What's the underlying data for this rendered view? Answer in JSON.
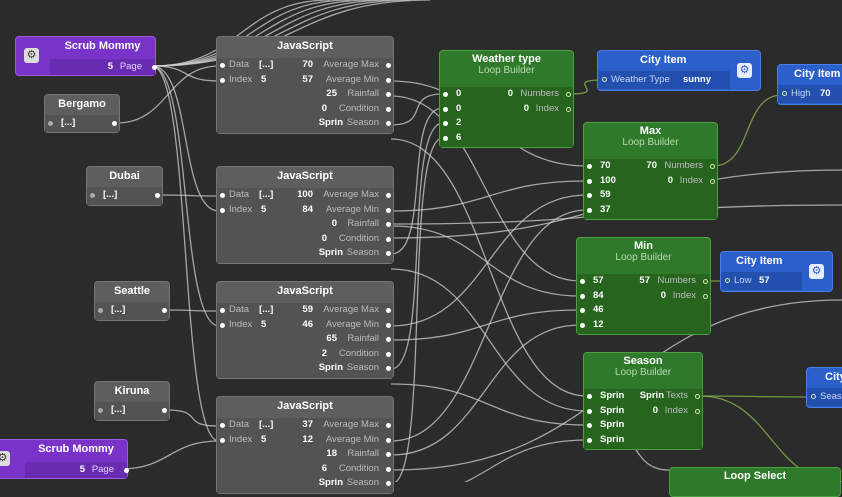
{
  "scrub_mommy": {
    "title": "Scrub Mommy",
    "page_value": "5",
    "page_label": "Page"
  },
  "bergamo": {
    "title": "Bergamo",
    "value": "[...]"
  },
  "dubai": {
    "title": "Dubai",
    "value": "[...]"
  },
  "seattle": {
    "title": "Seattle",
    "value": "[...]"
  },
  "kiruna": {
    "title": "Kiruna",
    "value": "[...]"
  },
  "js1": {
    "title": "JavaScript",
    "data_label": "Data",
    "data_value": "[...]",
    "index_label": "Index",
    "index_value": "5",
    "out": [
      {
        "v": "70",
        "l": "Average Max"
      },
      {
        "v": "57",
        "l": "Average Min"
      },
      {
        "v": "25",
        "l": "Rainfall"
      },
      {
        "v": "0",
        "l": "Condition"
      },
      {
        "v": "Sprin",
        "l": "Season"
      }
    ]
  },
  "js2": {
    "title": "JavaScript",
    "data_label": "Data",
    "data_value": "[...]",
    "index_label": "Index",
    "index_value": "5",
    "out": [
      {
        "v": "100",
        "l": "Average Max"
      },
      {
        "v": "84",
        "l": "Average Min"
      },
      {
        "v": "0",
        "l": "Rainfall"
      },
      {
        "v": "0",
        "l": "Condition"
      },
      {
        "v": "Sprin",
        "l": "Season"
      }
    ]
  },
  "js3": {
    "title": "JavaScript",
    "data_label": "Data",
    "data_value": "[...]",
    "index_label": "Index",
    "index_value": "5",
    "out": [
      {
        "v": "59",
        "l": "Average Max"
      },
      {
        "v": "46",
        "l": "Average Min"
      },
      {
        "v": "65",
        "l": "Rainfall"
      },
      {
        "v": "2",
        "l": "Condition"
      },
      {
        "v": "Sprin",
        "l": "Season"
      }
    ]
  },
  "js4": {
    "title": "JavaScript",
    "data_label": "Data",
    "data_value": "[...]",
    "index_label": "Index",
    "index_value": "5",
    "out": [
      {
        "v": "37",
        "l": "Average Max"
      },
      {
        "v": "12",
        "l": "Average Min"
      },
      {
        "v": "18",
        "l": "Rainfall"
      },
      {
        "v": "6",
        "l": "Condition"
      },
      {
        "v": "Sprin",
        "l": "Season"
      }
    ]
  },
  "weather_type": {
    "title": "Weather type",
    "subtitle": "Loop Builder",
    "inputs": [
      "0",
      "0",
      "2",
      "6"
    ],
    "numbers_value": "0",
    "numbers_label": "Numbers",
    "index_value": "0",
    "index_label": "Index"
  },
  "max": {
    "title": "Max",
    "subtitle": "Loop Builder",
    "inputs": [
      "70",
      "100",
      "59",
      "37"
    ],
    "numbers_value": "70",
    "numbers_label": "Numbers",
    "index_value": "0",
    "index_label": "Index"
  },
  "min": {
    "title": "Min",
    "subtitle": "Loop Builder",
    "inputs": [
      "57",
      "84",
      "46",
      "12"
    ],
    "numbers_value": "57",
    "numbers_label": "Numbers",
    "index_value": "0",
    "index_label": "Index"
  },
  "season": {
    "title": "Season",
    "subtitle": "Loop Builder",
    "inputs": [
      "Sprin",
      "Sprin",
      "Sprin",
      "Sprin"
    ],
    "texts_value": "Sprin",
    "texts_label": "Texts",
    "index_value": "0",
    "index_label": "Index"
  },
  "city_item_weather": {
    "title": "City Item",
    "field_label": "Weather Type",
    "field_value": "sunny"
  },
  "city_item_high": {
    "title": "City Item",
    "field_label": "High",
    "field_value": "70"
  },
  "city_item_low": {
    "title": "City Item",
    "field_label": "Low",
    "field_value": "57"
  },
  "city_item_season": {
    "title": "City",
    "field_label": "Seaso"
  },
  "loop_select": {
    "title": "Loop Select"
  },
  "colors": {
    "canvas": "#2b2b2b",
    "gray_node": "#5e5e5e",
    "purple_node": "#7a33c8",
    "green_node": "#2f7a2a",
    "blue_node": "#2b5fc9",
    "wire": "#cfcfcf",
    "wire_green": "#8bbf4f"
  }
}
